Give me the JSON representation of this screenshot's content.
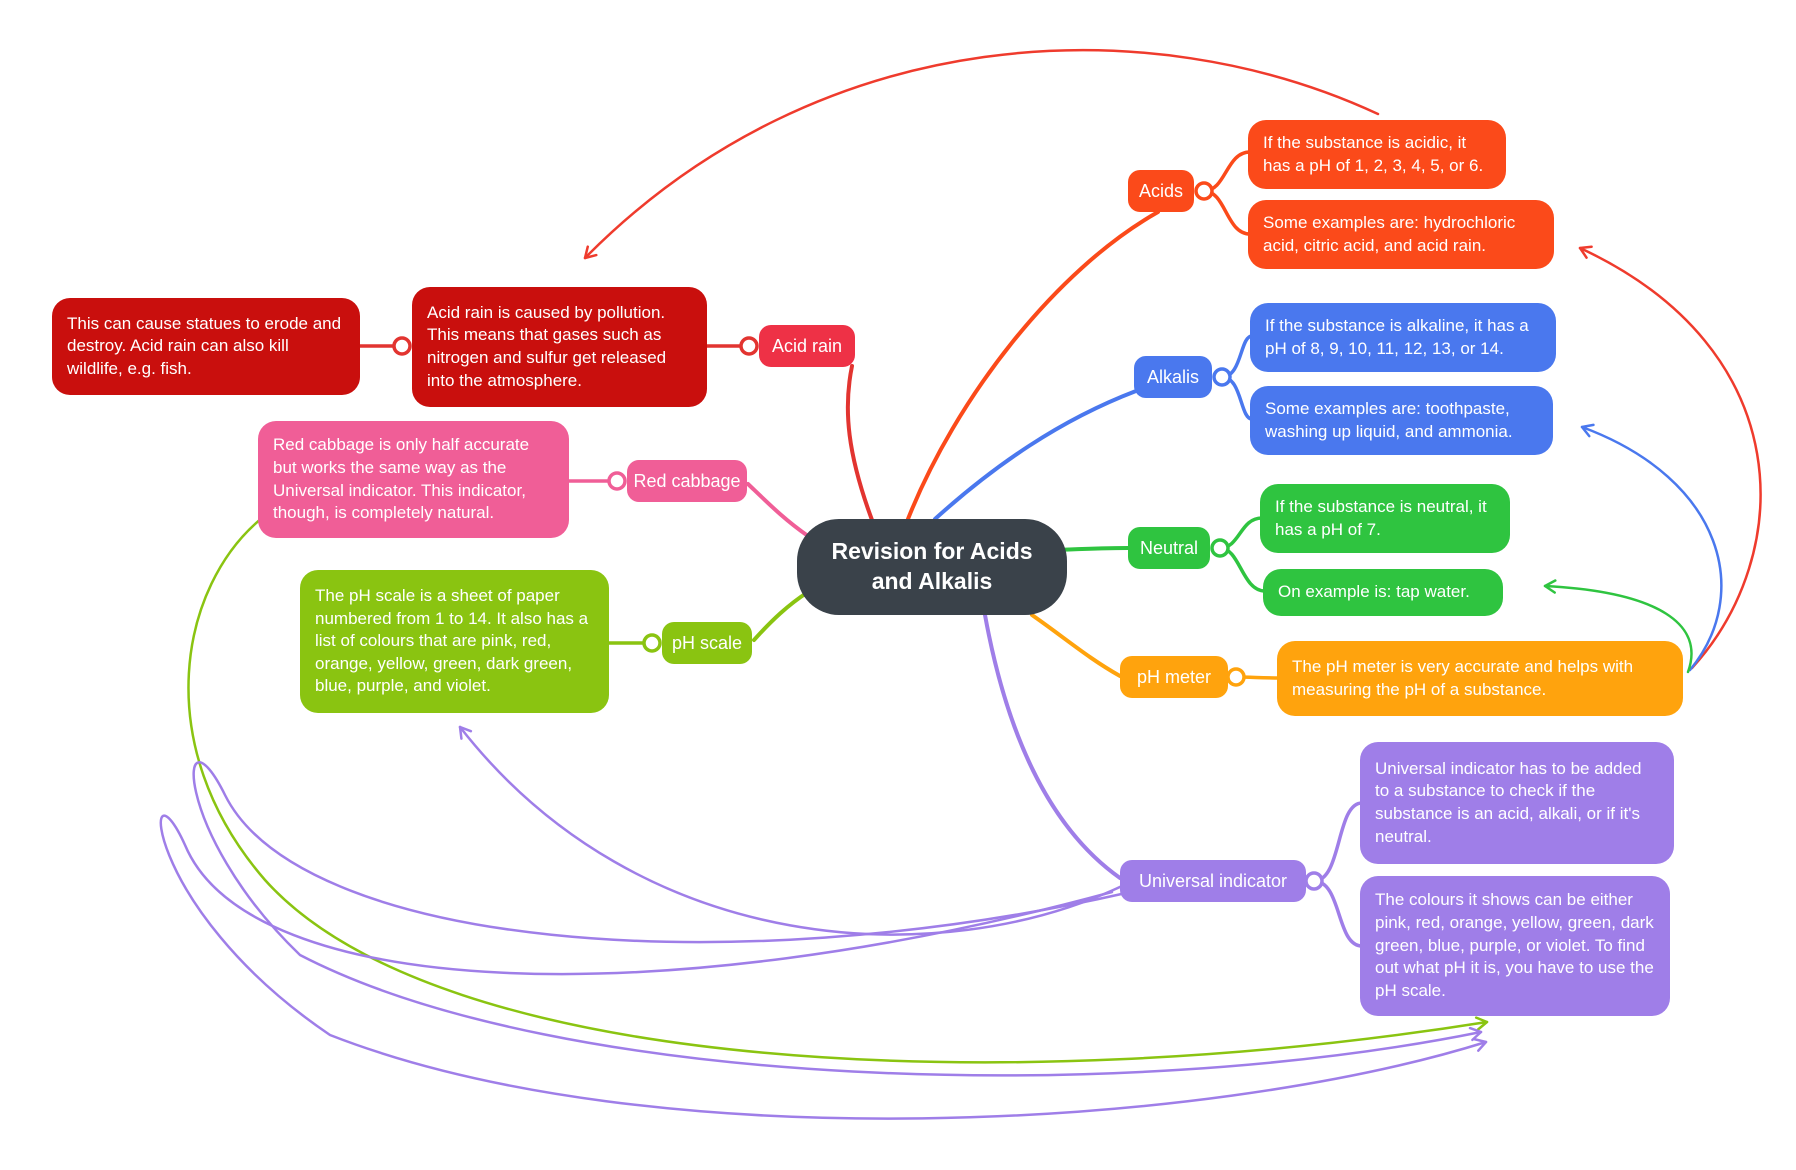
{
  "root": {
    "label": "Revision for Acids and Alkalis",
    "color": "#3a424a",
    "text_color": "#ffffff"
  },
  "crosslink_red": "#ef3b2d",
  "canvas_background": "#ffffff",
  "branches": {
    "acids": {
      "label": "Acids",
      "color": "#fb4a1a",
      "cards": [
        "If the substance is acidic, it has a pH of 1, 2, 3, 4, 5, or 6.",
        "Some examples are: hydrochloric acid, citric acid, and acid rain."
      ]
    },
    "alkalis": {
      "label": "Alkalis",
      "color": "#4a78ee",
      "cards": [
        "If the substance is alkaline, it has a pH of 8, 9, 10, 11, 12, 13, or 14.",
        "Some examples are: toothpaste, washing up liquid, and ammonia."
      ]
    },
    "neutral": {
      "label": "Neutral",
      "color": "#2fc440",
      "cards": [
        "If the substance is neutral, it has a pH of 7.",
        "On example is: tap water."
      ]
    },
    "ph_meter": {
      "label": "pH meter",
      "color": "#ffa30d",
      "cards": [
        "The pH meter is very accurate and helps with measuring the pH of a substance."
      ]
    },
    "universal_indicator": {
      "label": "Universal indicator",
      "color": "#9f7ee8",
      "cards": [
        "Universal indicator has to be added to a substance to check if the substance is an acid, alkali, or if it's neutral.",
        "The colours it shows can be either pink, red, orange, yellow, green, dark green, blue, purple, or violet. To find out what pH it is, you have to use the pH scale."
      ]
    },
    "acid_rain": {
      "label": "Acid rain",
      "color": "#ee3146",
      "line_color": "#e23430",
      "card_color": "#c90f0d",
      "cards": [
        "Acid rain is caused by pollution. This means that gases such as nitrogen and sulfur get released into the atmosphere.",
        "This can cause statues to erode and destroy. Acid rain can also kill wildlife, e.g. fish."
      ]
    },
    "red_cabbage": {
      "label": "Red cabbage",
      "color": "#f05e97",
      "cards": [
        "Red cabbage is only half accurate but works the same way as the Universal indicator. This indicator, though, is completely natural."
      ]
    },
    "ph_scale": {
      "label": "pH scale",
      "color": "#8ac411",
      "cards": [
        "The pH scale is a sheet of paper numbered from 1 to 14. It also has a list of colours that are pink, red, orange, yellow, green, dark green, blue, purple, and violet."
      ]
    }
  }
}
